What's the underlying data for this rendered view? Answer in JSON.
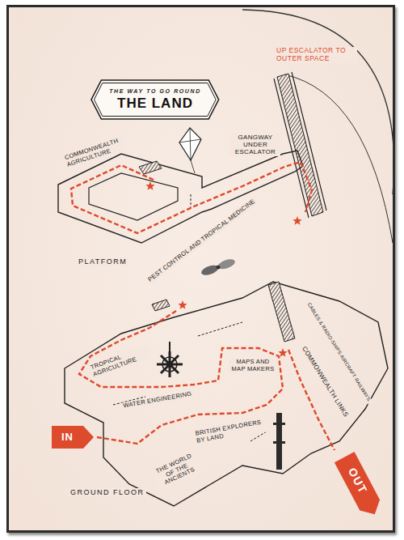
{
  "diagram": {
    "nodes": [
      {
        "text": [
          "THE WAY TO GO ROUND",
          "THE LAND"
        ]
      },
      {
        "text": [
          "IN"
        ]
      },
      {
        "text": [
          "OUT"
        ]
      }
    ],
    "labels": [
      "UP ESCALATOR TO OUTER SPACE",
      "GANGWAY UNDER ESCALATOR",
      "COMMONWEALTH AGRICULTURE",
      "PEST CONTROL AND TROPICAL MEDICINE",
      "PLATFORM",
      "TROPICAL AGRICULTURE",
      "WATER ENGINEERING",
      "MAPS AND MAP MAKERS",
      "BRITISH EXPLORERS BY LAND",
      "THE WORLD OF THE ANCIENTS",
      "CABLES & RADIO·SHIPS·AIRCRAFT·RAILWAYS.",
      "COMMONWEALTH LINKS",
      "GROUND FLOOR"
    ]
  }
}
